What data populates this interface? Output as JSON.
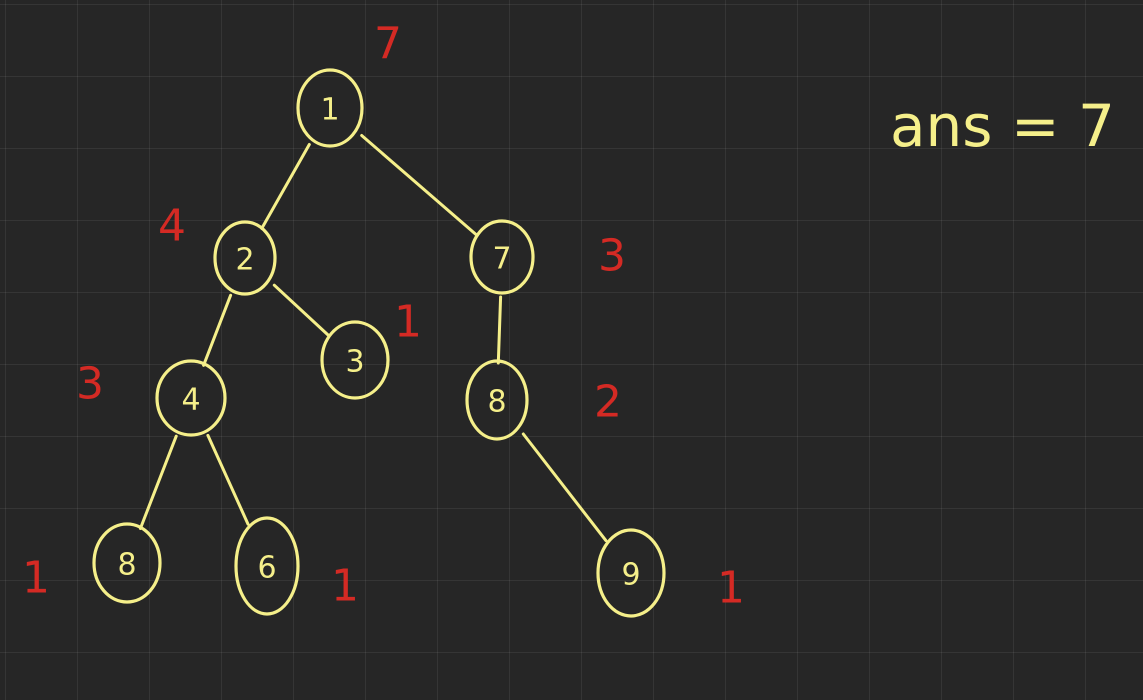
{
  "nodes": [
    {
      "id": "n1",
      "label": "1",
      "height": "7"
    },
    {
      "id": "n2",
      "label": "2",
      "height": "4"
    },
    {
      "id": "n7",
      "label": "7",
      "height": "3"
    },
    {
      "id": "n4",
      "label": "4",
      "height": "3"
    },
    {
      "id": "n3",
      "label": "3",
      "height": "1"
    },
    {
      "id": "n8",
      "label": "8",
      "height": "2"
    },
    {
      "id": "n5",
      "label": "8",
      "height": "1"
    },
    {
      "id": "n6",
      "label": "6",
      "height": "1"
    },
    {
      "id": "n9",
      "label": "9",
      "height": "1"
    }
  ],
  "edges": [
    [
      "n1",
      "n2"
    ],
    [
      "n1",
      "n7"
    ],
    [
      "n2",
      "n4"
    ],
    [
      "n2",
      "n3"
    ],
    [
      "n7",
      "n8"
    ],
    [
      "n4",
      "n5"
    ],
    [
      "n4",
      "n6"
    ],
    [
      "n8",
      "n9"
    ]
  ],
  "answer": "ans = 7",
  "colors": {
    "ink": "#f5ef8a",
    "annotation": "#d42a24",
    "background": "#262626"
  }
}
